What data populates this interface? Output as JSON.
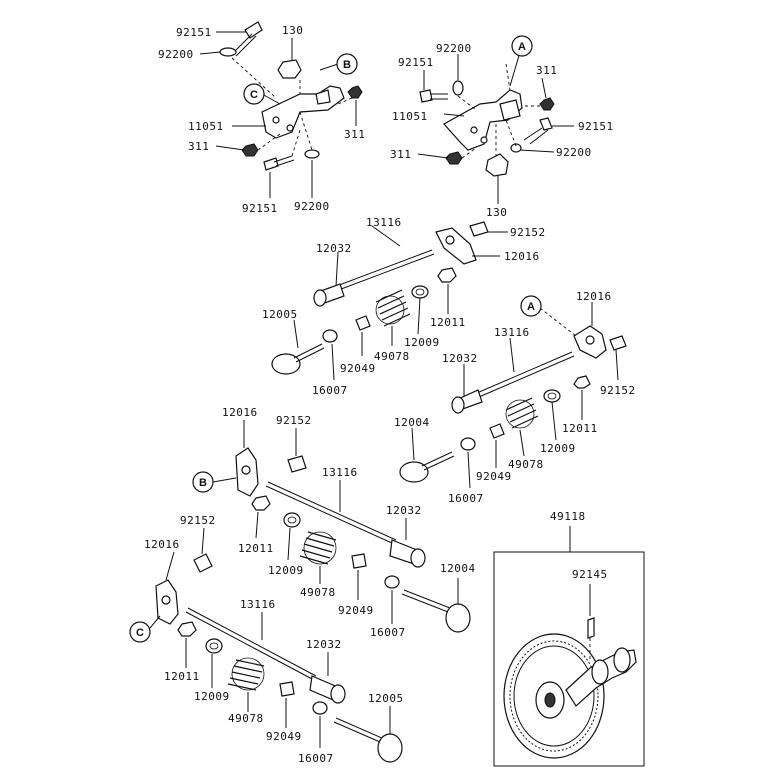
{
  "diagram": {
    "labels": {
      "l_92151_a": "92151",
      "l_130_a": "130",
      "l_92200_a": "92200",
      "l_11051_a": "11051",
      "l_311_a": "311",
      "l_311_b": "311",
      "l_92151_b": "92151",
      "l_92200_b": "92200",
      "l_92200_c": "92200",
      "l_92151_c": "92151",
      "l_311_c": "311",
      "l_11051_b": "11051",
      "l_92151_d": "92151",
      "l_311_d": "311",
      "l_92200_d": "92200",
      "l_130_b": "130",
      "l_13116_a": "13116",
      "l_12032_a": "12032",
      "l_92152_a": "92152",
      "l_12016_a": "12016",
      "l_12005_a": "12005",
      "l_12011_a": "12011",
      "l_12009_a": "12009",
      "l_92049_a": "92049",
      "l_49078_a": "49078",
      "l_16007_a": "16007",
      "l_12016_b": "12016",
      "l_13116_b": "13116",
      "l_12032_b": "12032",
      "l_92152_b": "92152",
      "l_12004_a": "12004",
      "l_12011_b": "12011",
      "l_12009_b": "12009",
      "l_92049_b": "92049",
      "l_49078_b": "49078",
      "l_16007_b": "16007",
      "l_12016_c": "12016",
      "l_92152_c": "92152",
      "l_13116_c": "13116",
      "l_12032_c": "12032",
      "l_12011_c": "12011",
      "l_12009_c": "12009",
      "l_49078_c": "49078",
      "l_92049_c": "92049",
      "l_12004_b": "12004",
      "l_16007_c": "16007",
      "l_92152_d": "92152",
      "l_12016_d": "12016",
      "l_13116_d": "13116",
      "l_12032_d": "12032",
      "l_12011_d": "12011",
      "l_12009_d": "12009",
      "l_49078_d": "49078",
      "l_92049_d": "92049",
      "l_12005_b": "12005",
      "l_16007_d": "16007",
      "l_49118": "49118",
      "l_92145": "92145"
    },
    "callouts": {
      "c_B_top": "B",
      "c_C_top": "C",
      "c_A_top": "A",
      "c_A_mid": "A",
      "c_B_mid": "B",
      "c_C_low": "C"
    }
  }
}
